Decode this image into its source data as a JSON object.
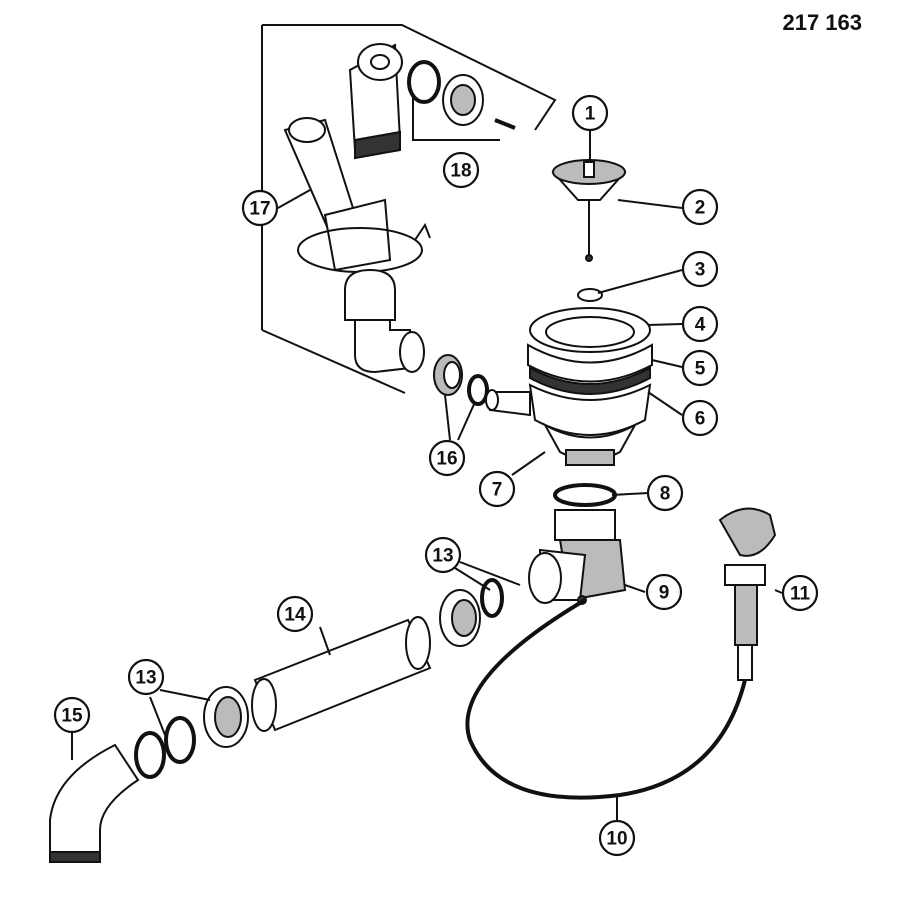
{
  "reference_code": "217 163",
  "callouts": [
    {
      "label": "1"
    },
    {
      "label": "2"
    },
    {
      "label": "3"
    },
    {
      "label": "4"
    },
    {
      "label": "5"
    },
    {
      "label": "6"
    },
    {
      "label": "7"
    },
    {
      "label": "8"
    },
    {
      "label": "9"
    },
    {
      "label": "10"
    },
    {
      "label": "11"
    },
    {
      "label": "13"
    },
    {
      "label": "13"
    },
    {
      "label": "14"
    },
    {
      "label": "15"
    },
    {
      "label": "16"
    },
    {
      "label": "17"
    },
    {
      "label": "18"
    }
  ]
}
